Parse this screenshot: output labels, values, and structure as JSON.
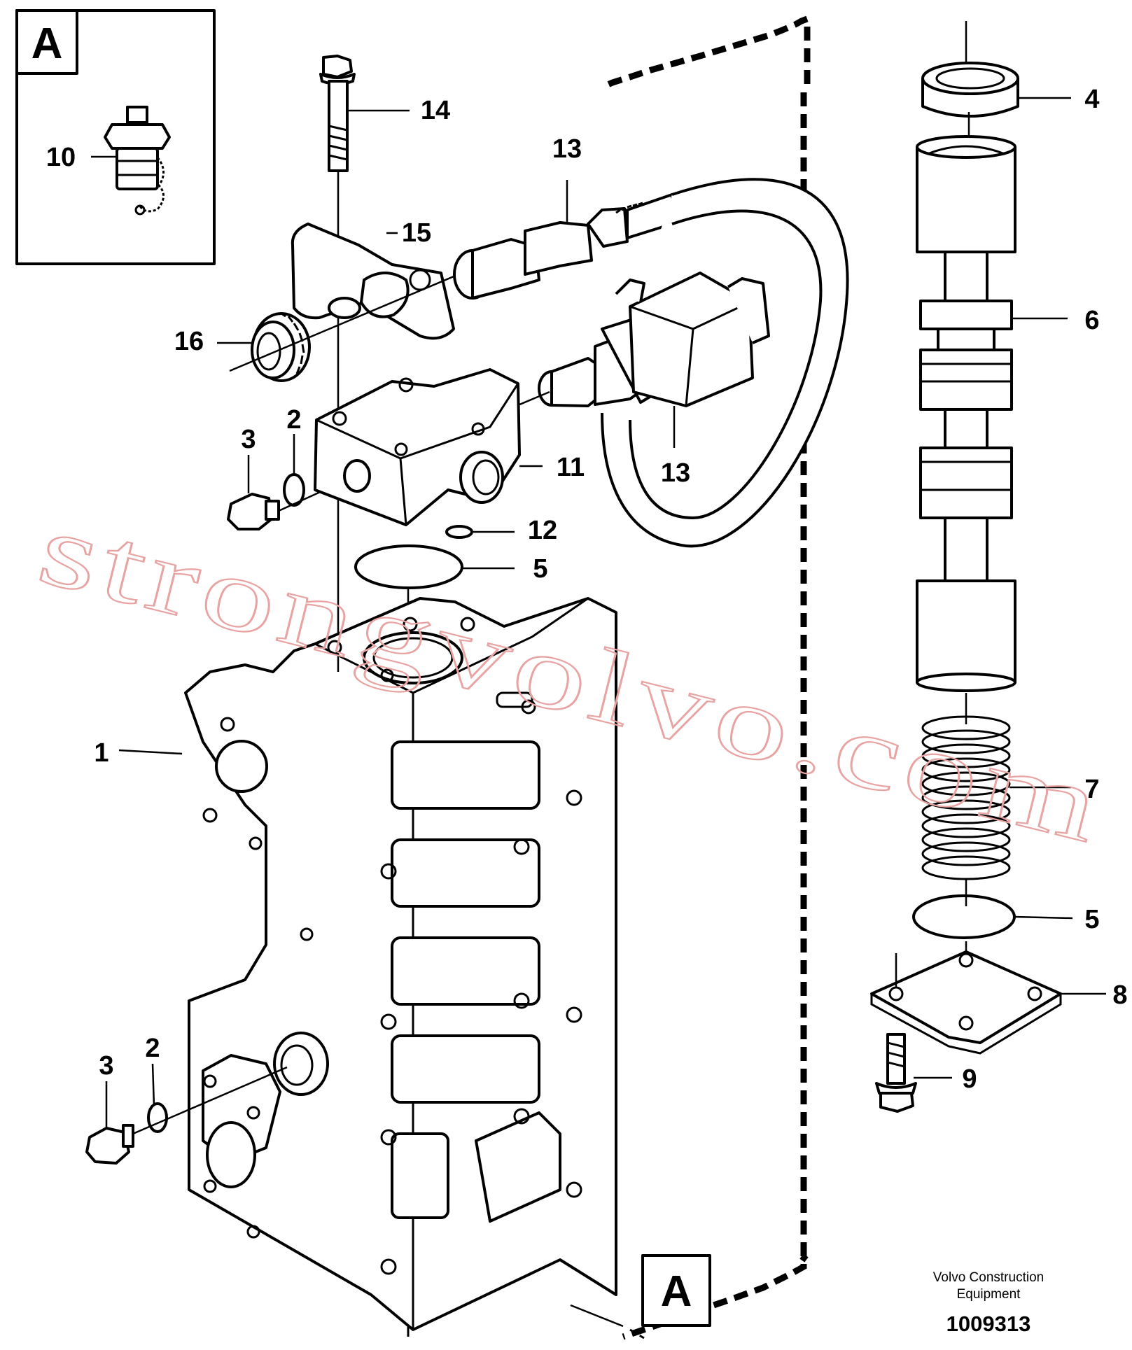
{
  "inset": {
    "label": "A",
    "part_label": "10"
  },
  "section_marker": "A",
  "callouts": {
    "c1": "1",
    "c2a": "2",
    "c2b": "2",
    "c3a": "3",
    "c3b": "3",
    "c4": "4",
    "c5a": "5",
    "c5b": "5",
    "c6": "6",
    "c7": "7",
    "c8": "8",
    "c9": "9",
    "c11": "11",
    "c12": "12",
    "c13a": "13",
    "c13b": "13",
    "c14": "14",
    "c15": "15",
    "c16": "16"
  },
  "watermark": "strongvolvo.com",
  "footer": {
    "company_line1": "Volvo Construction",
    "company_line2": "Equipment",
    "drawing_number": "1009313"
  }
}
